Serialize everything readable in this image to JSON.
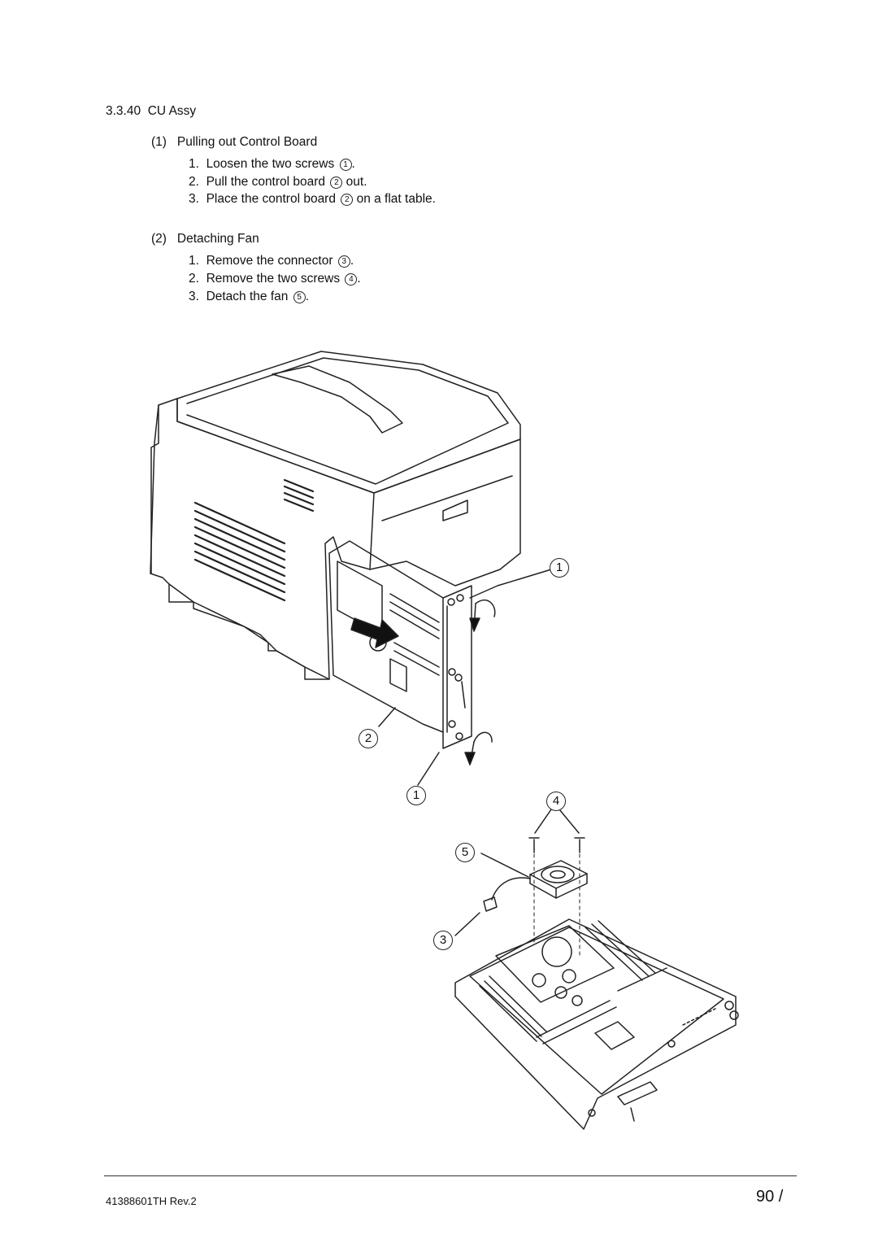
{
  "section": {
    "number": "3.3.40",
    "title": "CU Assy"
  },
  "steps": [
    {
      "num": "(1)",
      "title": "Pulling out Control Board",
      "items": [
        {
          "num": "1.",
          "pre": "Loosen the two screws",
          "ref": "1",
          "post": "."
        },
        {
          "num": "2.",
          "pre": "Pull the control board",
          "ref": "2",
          "post": " out."
        },
        {
          "num": "3.",
          "pre": "Place the control board",
          "ref": "2",
          "post": " on a flat table."
        }
      ]
    },
    {
      "num": "(2)",
      "title": "Detaching Fan",
      "items": [
        {
          "num": "1.",
          "pre": "Remove the connector",
          "ref": "3",
          "post": "."
        },
        {
          "num": "2.",
          "pre": "Remove the two screws",
          "ref": "4",
          "post": "."
        },
        {
          "num": "3.",
          "pre": "Detach the fan",
          "ref": "5",
          "post": "."
        }
      ]
    }
  ],
  "figure": {
    "callouts": [
      "1",
      "2",
      "1",
      "4",
      "5",
      "3"
    ]
  },
  "footer": {
    "doc_id": "41388601TH  Rev.2",
    "page": "90 /"
  }
}
